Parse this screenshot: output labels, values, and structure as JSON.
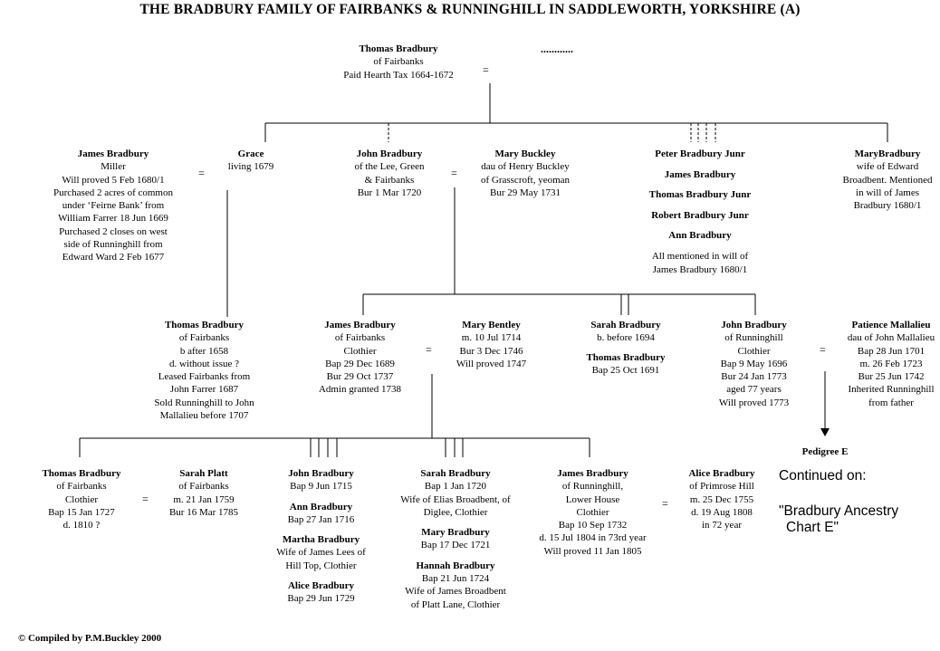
{
  "title": "THE BRADBURY FAMILY OF FAIRBANKS & RUNNINGHILL IN SADDLEWORTH, YORKSHIRE (A)",
  "equals_sign": "=",
  "unknown_spouse": "............",
  "gen1": {
    "thomas": {
      "name": "Thomas Bradbury",
      "lines": [
        "of Fairbanks",
        "Paid Hearth Tax 1664-1672"
      ]
    }
  },
  "gen2": {
    "james": {
      "name": "James Bradbury",
      "lines": [
        "Miller",
        "Will proved 5 Feb 1680/1",
        "Purchased 2 acres of common",
        "under ‘Feirne Bank’ from",
        "William Farrer 18 Jun 1669",
        "Purchased 2 closes on west",
        "side of Runninghill from",
        "Edward Ward 2 Feb 1677"
      ]
    },
    "grace": {
      "name": "Grace",
      "lines": [
        "living 1679"
      ]
    },
    "john": {
      "name": "John Bradbury",
      "lines": [
        "of the Lee, Green",
        "& Fairbanks",
        "Bur 1 Mar 1720"
      ]
    },
    "mary_buckley": {
      "name": "Mary Buckley",
      "lines": [
        "dau of Henry Buckley",
        "of Grasscroft, yeoman",
        "Bur 29 May 1731"
      ]
    },
    "siblings": {
      "names": [
        "Peter Bradbury Junr",
        "James Bradbury",
        "Thomas Bradbury Junr",
        "Robert Bradbury Junr",
        "Ann Bradbury"
      ],
      "note": [
        "All mentioned in will of",
        "James Bradbury 1680/1"
      ]
    },
    "mary_bradbury": {
      "name": "MaryBradbury",
      "lines": [
        "wife of Edward",
        "Broadbent. Mentioned",
        "in will of James",
        "Bradbury 1680/1"
      ]
    }
  },
  "gen3": {
    "thomas": {
      "name": "Thomas Bradbury",
      "lines": [
        "of Fairbanks",
        "b after 1658",
        "d. without issue ?",
        "Leased Fairbanks from",
        "John Farrer 1687",
        "Sold Runninghill to John",
        "Mallalieu before 1707"
      ]
    },
    "james": {
      "name": "James Bradbury",
      "lines": [
        "of Fairbanks",
        "Clothier",
        "Bap 29 Dec 1689",
        "Bur 29 Oct 1737",
        "Admin granted 1738"
      ]
    },
    "mary_bentley": {
      "name": "Mary Bentley",
      "lines": [
        "m. 10 Jul 1714",
        "Bur 3 Dec 1746",
        "Will proved 1747"
      ]
    },
    "sarah": {
      "name": "Sarah Bradbury",
      "lines": [
        "b. before 1694"
      ]
    },
    "thomas2": {
      "name": "Thomas Bradbury",
      "lines": [
        "Bap 25 Oct 1691"
      ]
    },
    "john": {
      "name": "John Bradbury",
      "lines": [
        "of Runninghill",
        "Clothier",
        "Bap 9 May 1696",
        "Bur 24 Jan 1773",
        "aged 77 years",
        "Will proved 1773"
      ]
    },
    "patience": {
      "name": "Patience Mallalieu",
      "lines": [
        "dau of John Mallalieu",
        "Bap 28 Jun 1701",
        "m. 26 Feb 1723",
        "Bur 25 Jun 1742",
        "Inherited Runninghill",
        "from father"
      ]
    }
  },
  "gen4": {
    "thomas": {
      "name": "Thomas Bradbury",
      "lines": [
        "of Fairbanks",
        "Clothier",
        "Bap 15 Jan 1727",
        "d. 1810 ?"
      ]
    },
    "sarah_platt": {
      "name": "Sarah Platt",
      "lines": [
        "of Fairbanks",
        "m. 21 Jan 1759",
        "Bur 16 Mar 1785"
      ]
    },
    "col1": [
      {
        "name": "John Bradbury",
        "lines": [
          "Bap 9 Jun 1715"
        ]
      },
      {
        "name": "Ann Bradbury",
        "lines": [
          "Bap 27 Jan 1716"
        ]
      },
      {
        "name": "Martha Bradbury",
        "lines": [
          "Wife of James Lees of",
          "Hill Top, Clothier"
        ]
      },
      {
        "name": "Alice Bradbury",
        "lines": [
          "Bap 29 Jun 1729"
        ]
      }
    ],
    "col2": [
      {
        "name": "Sarah Bradbury",
        "lines": [
          "Bap 1 Jan 1720",
          "Wife of Elias Broadbent, of",
          "Diglee, Clothier"
        ]
      },
      {
        "name": "Mary Bradbury",
        "lines": [
          "Bap 17 Dec 1721"
        ]
      },
      {
        "name": "Hannah Bradbury",
        "lines": [
          "Bap 21 Jun 1724",
          "Wife of James Broadbent",
          "of Platt Lane, Clothier"
        ]
      }
    ],
    "james": {
      "name": "James Bradbury",
      "lines": [
        "of Runninghill,",
        "Lower House",
        "Clothier",
        "Bap 10 Sep 1732",
        "d. 15 Jul 1804 in 73rd year",
        "Will proved 11 Jan 1805"
      ]
    },
    "alice": {
      "name": "Alice Bradbury",
      "lines": [
        "of Primrose Hill",
        "m. 25 Dec 1755",
        "d. 19 Aug 1808",
        "in 72 year"
      ]
    }
  },
  "pedigree": {
    "label": "Pedigree E",
    "continued": "Continued on:",
    "chart_line1": "\"Bradbury Ancestry",
    "chart_line2": "Chart E\""
  },
  "footer": "© Compiled by P.M.Buckley 2000"
}
